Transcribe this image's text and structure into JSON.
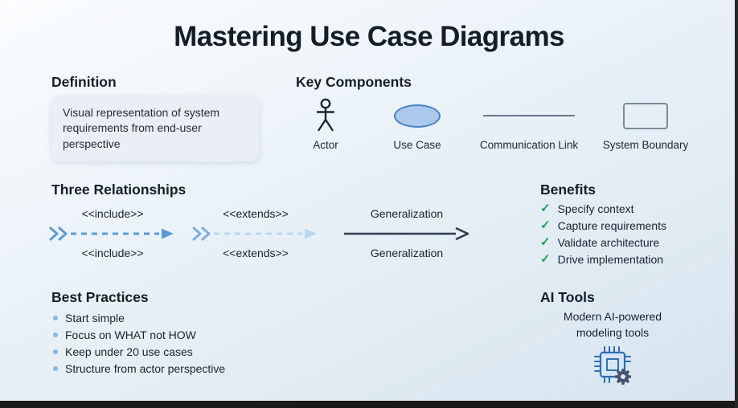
{
  "title": "Mastering Use Case Diagrams",
  "definition": {
    "heading": "Definition",
    "text": "Visual representation of system requirements from end-user perspective"
  },
  "key_components": {
    "heading": "Key Components",
    "items": [
      {
        "label": "Actor",
        "icon": "actor-stick-figure"
      },
      {
        "label": "Use Case",
        "icon": "blue-ellipse"
      },
      {
        "label": "Communication Link",
        "icon": "solid-line"
      },
      {
        "label": "System Boundary",
        "icon": "rectangle-outline"
      }
    ]
  },
  "relationships": {
    "heading": "Three Relationships",
    "items": [
      {
        "top_label": "<<include>>",
        "bottom_label": "<<include>>",
        "style": "dashed-blue-arrow"
      },
      {
        "top_label": "<<extends>>",
        "bottom_label": "<<extends>>",
        "style": "dashed-light-blue-arrow"
      },
      {
        "top_label": "Generalization",
        "bottom_label": "Generalization",
        "style": "solid-open-head-arrow"
      }
    ]
  },
  "benefits": {
    "heading": "Benefits",
    "check_glyph": "✓",
    "items": [
      "Specify context",
      "Capture requirements",
      "Validate architecture",
      "Drive implementation"
    ]
  },
  "best_practices": {
    "heading": "Best Practices",
    "items": [
      "Start simple",
      "Focus on WHAT not HOW",
      "Keep under 20 use cases",
      "Structure from actor perspective"
    ]
  },
  "ai_tools": {
    "heading": "AI Tools",
    "text": "Modern AI-powered modeling tools"
  },
  "colors": {
    "include_arrow": "#5b9bd5",
    "extends_chevron": "#79aede",
    "extends_arrow": "#bcd8f0",
    "generalization_arrow": "#2c3a4a",
    "check_green": "#1ca14a",
    "bullet_blue": "#85b7e0",
    "use_case_fill": "#abc9ec",
    "use_case_border": "#4a80c4"
  }
}
